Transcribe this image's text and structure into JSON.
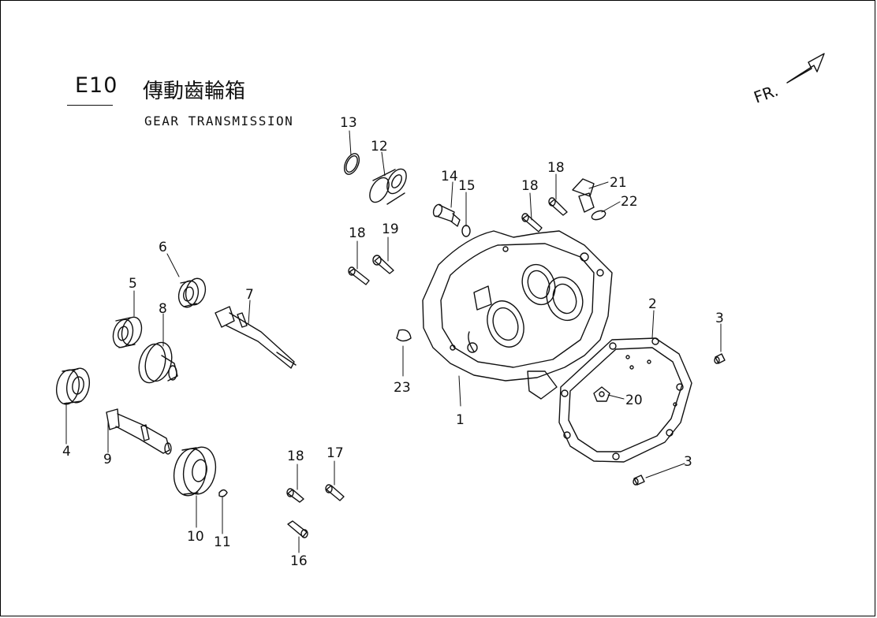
{
  "header": {
    "code": "E10",
    "title_zh": "傳動齒輪箱",
    "title_en": "GEAR TRANSMISSION"
  },
  "front_indicator": "FR.",
  "callouts": {
    "c1": "1",
    "c2": "2",
    "c3a": "3",
    "c3b": "3",
    "c4": "4",
    "c5": "5",
    "c6": "6",
    "c7": "7",
    "c8": "8",
    "c9": "9",
    "c10": "10",
    "c11": "11",
    "c12": "12",
    "c13": "13",
    "c14": "14",
    "c15": "15",
    "c16": "16",
    "c17": "17",
    "c18a": "18",
    "c18b": "18",
    "c18c": "18",
    "c18d": "18",
    "c19": "19",
    "c20": "20",
    "c21": "21",
    "c22": "22",
    "c23": "23"
  },
  "colors": {
    "ink": "#111111",
    "paper": "#ffffff"
  }
}
